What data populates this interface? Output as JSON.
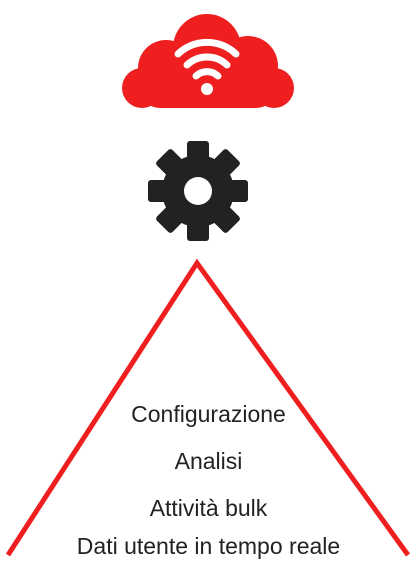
{
  "diagram": {
    "accent_color": "#ef1f1f",
    "icon_color": "#222222",
    "top_icon": "cloud-wifi-icon",
    "middle_icon": "gear-icon",
    "layers": [
      "Configurazione",
      "Analisi",
      "Attività bulk",
      "Dati utente in tempo reale"
    ]
  }
}
